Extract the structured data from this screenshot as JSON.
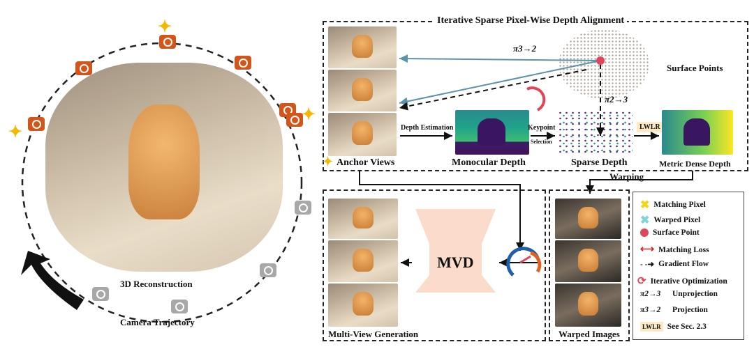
{
  "left_panel": {
    "reconstruction_label": "3D Reconstruction",
    "trajectory_label": "Camera Trajectory",
    "colors": {
      "anchor_camera": "#d2561a",
      "generated_camera": "#a8a8a8",
      "sparkle": "#f5b800"
    }
  },
  "alignment_box": {
    "title": "Iterative Sparse Pixel-Wise Depth Alignment",
    "anchor_views_label": "Anchor Views",
    "depth_estimation_label": "Depth Estimation",
    "monocular_depth_label": "Monocular Depth",
    "keypoint_label": "Keypoint",
    "selection_label": "Selection",
    "sparse_depth_label": "Sparse Depth",
    "lwlr_label": "LWLR",
    "metric_dense_depth_label": "Metric Dense Depth",
    "surface_points_label": "Surface Points",
    "pi_32": "π3→2",
    "pi_23": "π2→3"
  },
  "warping_label": "Warping",
  "generation_box": {
    "mvd_label": "MVD",
    "multi_view_label": "Multi-View Generation",
    "warped_label": "Warped Images"
  },
  "legend": {
    "items": [
      {
        "icon": "yellow-cross",
        "label": "Matching Pixel"
      },
      {
        "icon": "cyan-cross",
        "label": "Warped Pixel"
      },
      {
        "icon": "red-dot",
        "label": "Surface Point"
      },
      {
        "icon": "red-double-arrow",
        "label": "Matching Loss"
      },
      {
        "icon": "dashed-arrow",
        "label": "Gradient Flow"
      },
      {
        "icon": "cycle-arrows",
        "label": "Iterative Optimization"
      },
      {
        "symbol": "π2→3",
        "label": "Unprojection"
      },
      {
        "symbol": "π3→2",
        "label": "Projection"
      },
      {
        "symbol": "LWLR",
        "label": "See Sec. 2.3"
      }
    ]
  }
}
